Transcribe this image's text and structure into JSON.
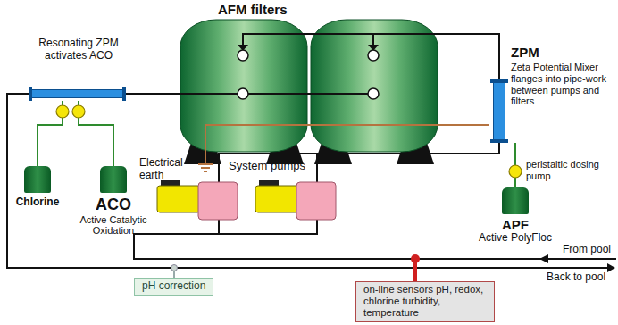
{
  "diagram": {
    "nodes": [
      {
        "text": [
          "Resonating ZPM activates ACO"
        ]
      },
      {
        "text": [
          "ZPM",
          "Zeta Potential Mixer flanges into pipe-work between pumps and filters"
        ]
      },
      {
        "text": [
          "Electrical earth"
        ]
      },
      {
        "text": [
          "Chlorine"
        ]
      },
      {
        "text": [
          "ACO",
          "Active Catalytic Oxidation"
        ]
      },
      {
        "text": [
          "APF",
          "Active PolyFloc"
        ]
      },
      {
        "text": [
          "pH correction"
        ]
      },
      {
        "text": [
          "on-line sensors pH, redox, chlorine turbidity, temperature"
        ]
      }
    ],
    "edges": [
      {
        "from": 3,
        "to": 0,
        "arrow": "none"
      },
      {
        "from": 4,
        "to": 0,
        "arrow": "none"
      },
      {
        "from": 5,
        "to": 1,
        "arrow": "none"
      },
      {
        "from": 2,
        "to": 1,
        "arrow": "none"
      }
    ],
    "labels": [
      "AFM filters",
      "System pumps",
      "peristaltic dosing pump",
      "From pool",
      "Back to pool"
    ]
  }
}
